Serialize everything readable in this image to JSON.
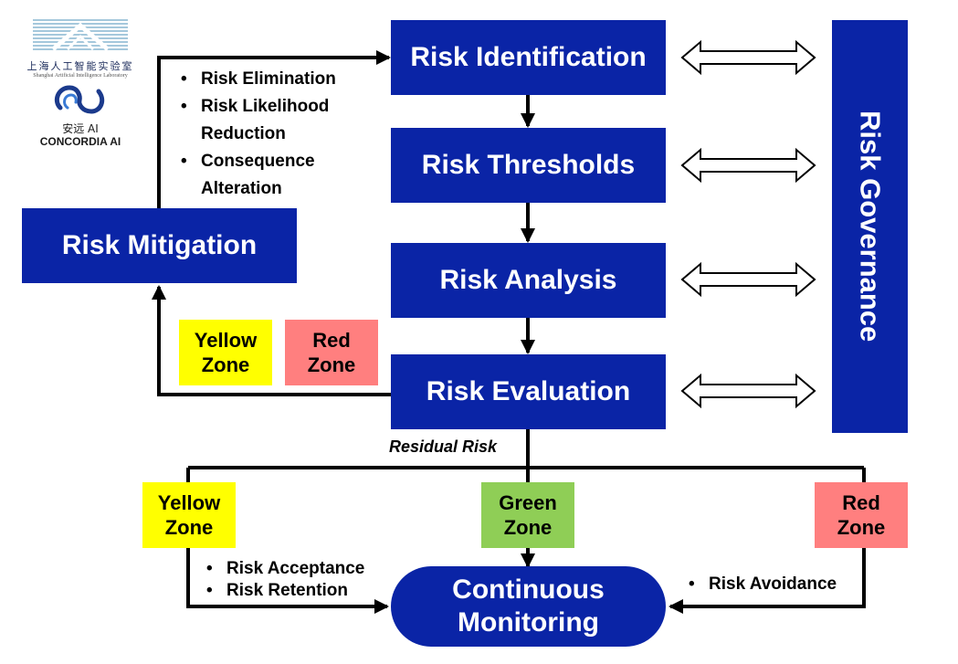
{
  "logos": {
    "lab_cn": "上海人工智能实验室",
    "lab_en": "Shanghai Artificial Intelligence Laboratory",
    "concordia_cn": "安远 AI",
    "concordia_en": "CONCORDIA AI"
  },
  "colors": {
    "box_blue": "#0a24a6",
    "yellow_zone": "#ffff00",
    "red_zone": "#ff7f7f",
    "green_zone": "#8fce56"
  },
  "process": {
    "identification": "Risk Identification",
    "thresholds": "Risk Thresholds",
    "analysis": "Risk Analysis",
    "evaluation": "Risk Evaluation"
  },
  "governance": "Risk Governance",
  "mitigation": {
    "title": "Risk Mitigation",
    "items": [
      "Risk Elimination",
      "Risk Likelihood Reduction",
      "Consequence Alteration"
    ]
  },
  "zones": {
    "upper_yellow": "Yellow\nZone",
    "upper_red": "Red\nZone",
    "lower_yellow": "Yellow\nZone",
    "lower_green": "Green\nZone",
    "lower_red": "Red\nZone"
  },
  "residual_risk": "Residual Risk",
  "monitoring": "Continuous Monitoring",
  "acceptance_items": [
    "Risk Acceptance",
    "Risk Retention"
  ],
  "avoidance_items": [
    "Risk Avoidance"
  ]
}
